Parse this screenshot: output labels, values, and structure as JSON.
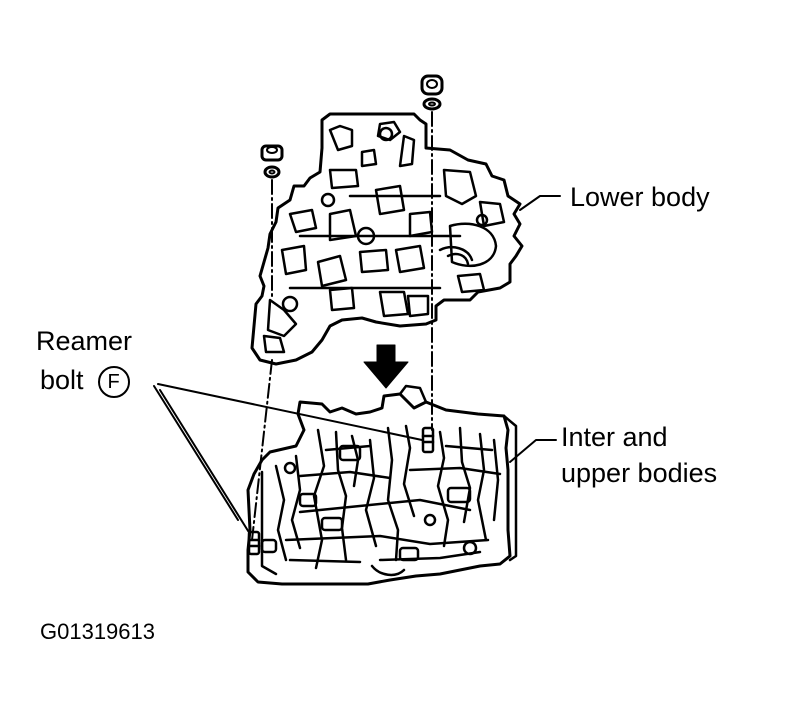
{
  "labels": {
    "lower_body": "Lower body",
    "inter_upper_line1": "Inter and",
    "inter_upper_line2": "upper bodies",
    "reamer_line1": "Reamer",
    "reamer_line2": "bolt",
    "torque_symbol": "F"
  },
  "figure_code": "G01319613",
  "colors": {
    "ink": "#000000",
    "paper": "#ffffff"
  },
  "icons": {
    "direction": "down-arrow-icon",
    "torque": "circled-f-icon"
  }
}
